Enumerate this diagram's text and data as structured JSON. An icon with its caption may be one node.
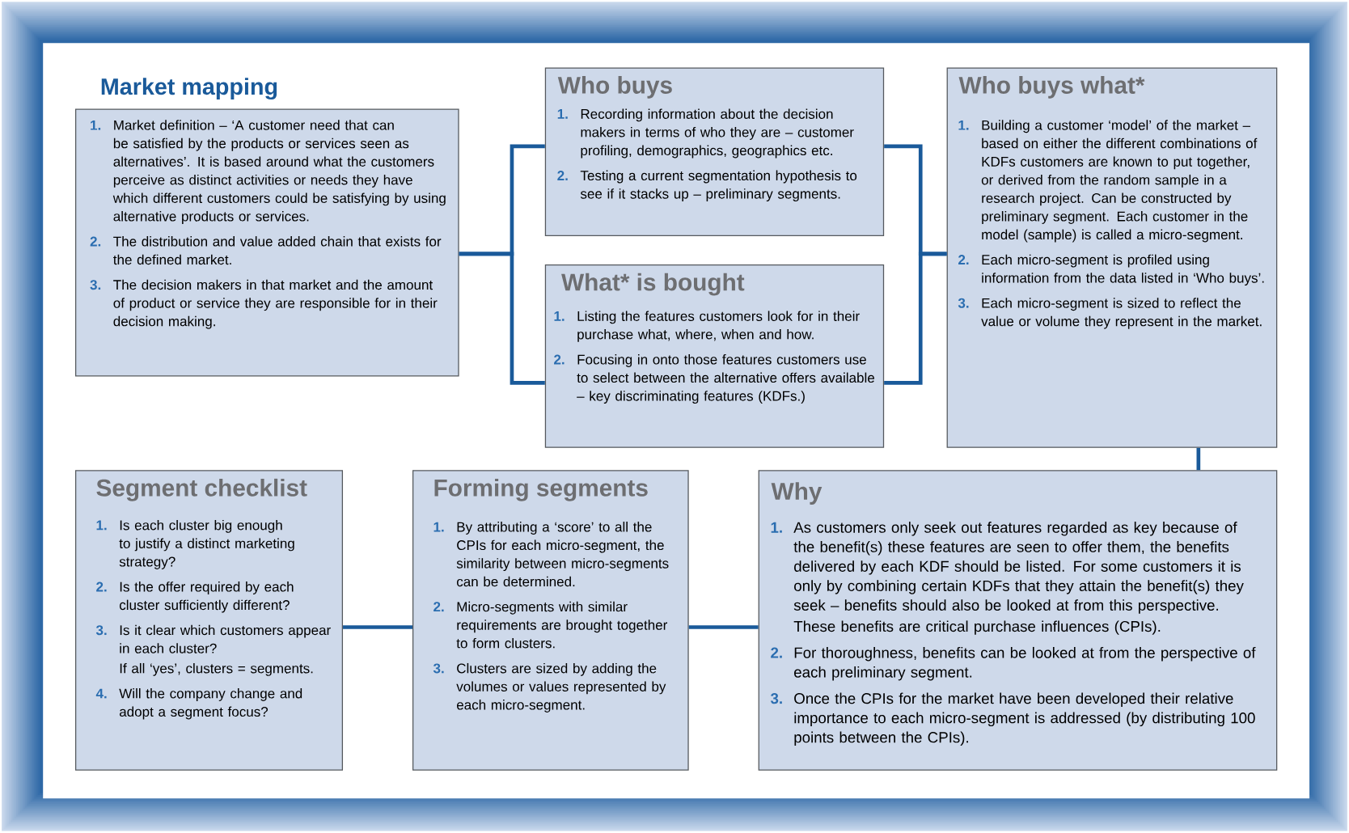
{
  "diagram": {
    "nodes": [
      {
        "text": [
          "Market mapping",
          "1.",
          "Market definition – ‘A customer need that can be satisfied by the products or services seen as alternatives’. It is based around what the customers perceive as distinct activities or needs they have which different customers could be satisfying by using alternative products or services.",
          "2.",
          "The distribution and value added chain that exists for the defined market.",
          "3.",
          "The decision makers in that market and the amount of product or service they are responsible for in their decision making."
        ]
      },
      {
        "text": [
          "Who buys",
          "1.",
          "Recording information about the decision makers in terms of who they are – customer profiling, demographics, geographics etc.",
          "2.",
          "Testing a current segmentation hypothesis to see if it stacks up – preliminary segments."
        ]
      },
      {
        "text": [
          "What* is bought",
          "1.",
          "Listing the features customers look for in their purchase what, where, when and how.",
          "2.",
          "Focusing in onto those features customers use to select between the alternative offers available – key discriminating features (KDFs.)"
        ]
      },
      {
        "text": [
          "Who buys what*",
          "1.",
          "Building a customer ‘model’ of the market – based on either the different combinations of KDFs customers are known to put together, or derived from the random sample in a research project. Can be constructed by preliminary segment. Each customer in the model (sample) is called a micro-segment.",
          "2.",
          "Each micro-segment is profiled using information from the data listed in ‘Who buys’.",
          "3.",
          "Each micro-segment is sized to reflect the value or volume they represent in the market."
        ]
      },
      {
        "text": [
          "Segment checklist",
          "1.",
          "Is each cluster big enough to justify a distinct marketing strategy?",
          "2.",
          "Is the offer required by each cluster sufficiently different?",
          "3.",
          "Is it clear which customers appear in each cluster?",
          "If all ‘yes’, clusters = segments.",
          "4.",
          "Will the company change and adopt a segment focus?"
        ]
      },
      {
        "text": [
          "Forming segments",
          "1.",
          "By attributing a ‘score’ to all the CPIs for each micro-segment, the similarity between micro-segments can be determined.",
          "2.",
          "Micro-segments with similar requirements are brought together to form clusters.",
          "3.",
          "Clusters are sized by adding the volumes or values represented by each micro-segment."
        ]
      },
      {
        "text": [
          "Why",
          "1.",
          "As customers only seek out features regarded as key because of the benefit(s) these features are seen to offer them, the benefits delivered by each KDF should be listed. For some customers it is only by combining certain KDFs that they attain the benefit(s) they seek – benefits should also be looked at from this perspective.",
          "These benefits are critical purchase influences (CPIs).",
          "2.",
          "For thoroughness, benefits can be looked at from the perspective of each preliminary segment.",
          "3.",
          "Once the CPIs for the market have been developed their relative importance to each micro-segment is addressed (by distributing 100 points between the CPIs)."
        ]
      }
    ],
    "edges": [
      {
        "from": 0,
        "to": 1,
        "arrow": "none"
      },
      {
        "from": 0,
        "to": 2,
        "arrow": "none"
      },
      {
        "from": 1,
        "to": 3,
        "arrow": "none"
      },
      {
        "from": 2,
        "to": 3,
        "arrow": "none"
      },
      {
        "from": 3,
        "to": 6,
        "arrow": "none"
      },
      {
        "from": 6,
        "to": 5,
        "arrow": "none"
      },
      {
        "from": 5,
        "to": 4,
        "arrow": "none"
      }
    ]
  }
}
